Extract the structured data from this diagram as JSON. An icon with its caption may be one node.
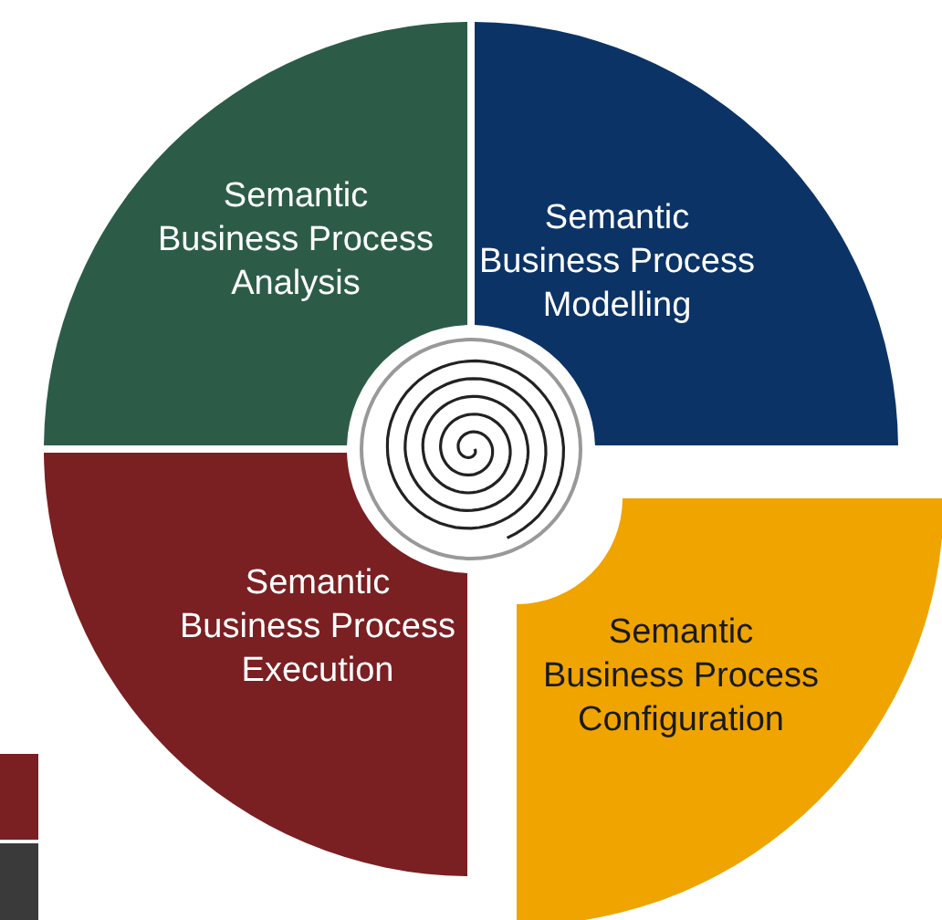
{
  "diagram": {
    "nodes": [
      {
        "text": [
          "Semantic Business Process Analysis"
        ]
      },
      {
        "text": [
          "Semantic Business Process Modelling"
        ]
      },
      {
        "text": [
          "Semantic Business Process Execution"
        ]
      },
      {
        "text": [
          "Semantic Business Process Configuration"
        ]
      }
    ]
  }
}
